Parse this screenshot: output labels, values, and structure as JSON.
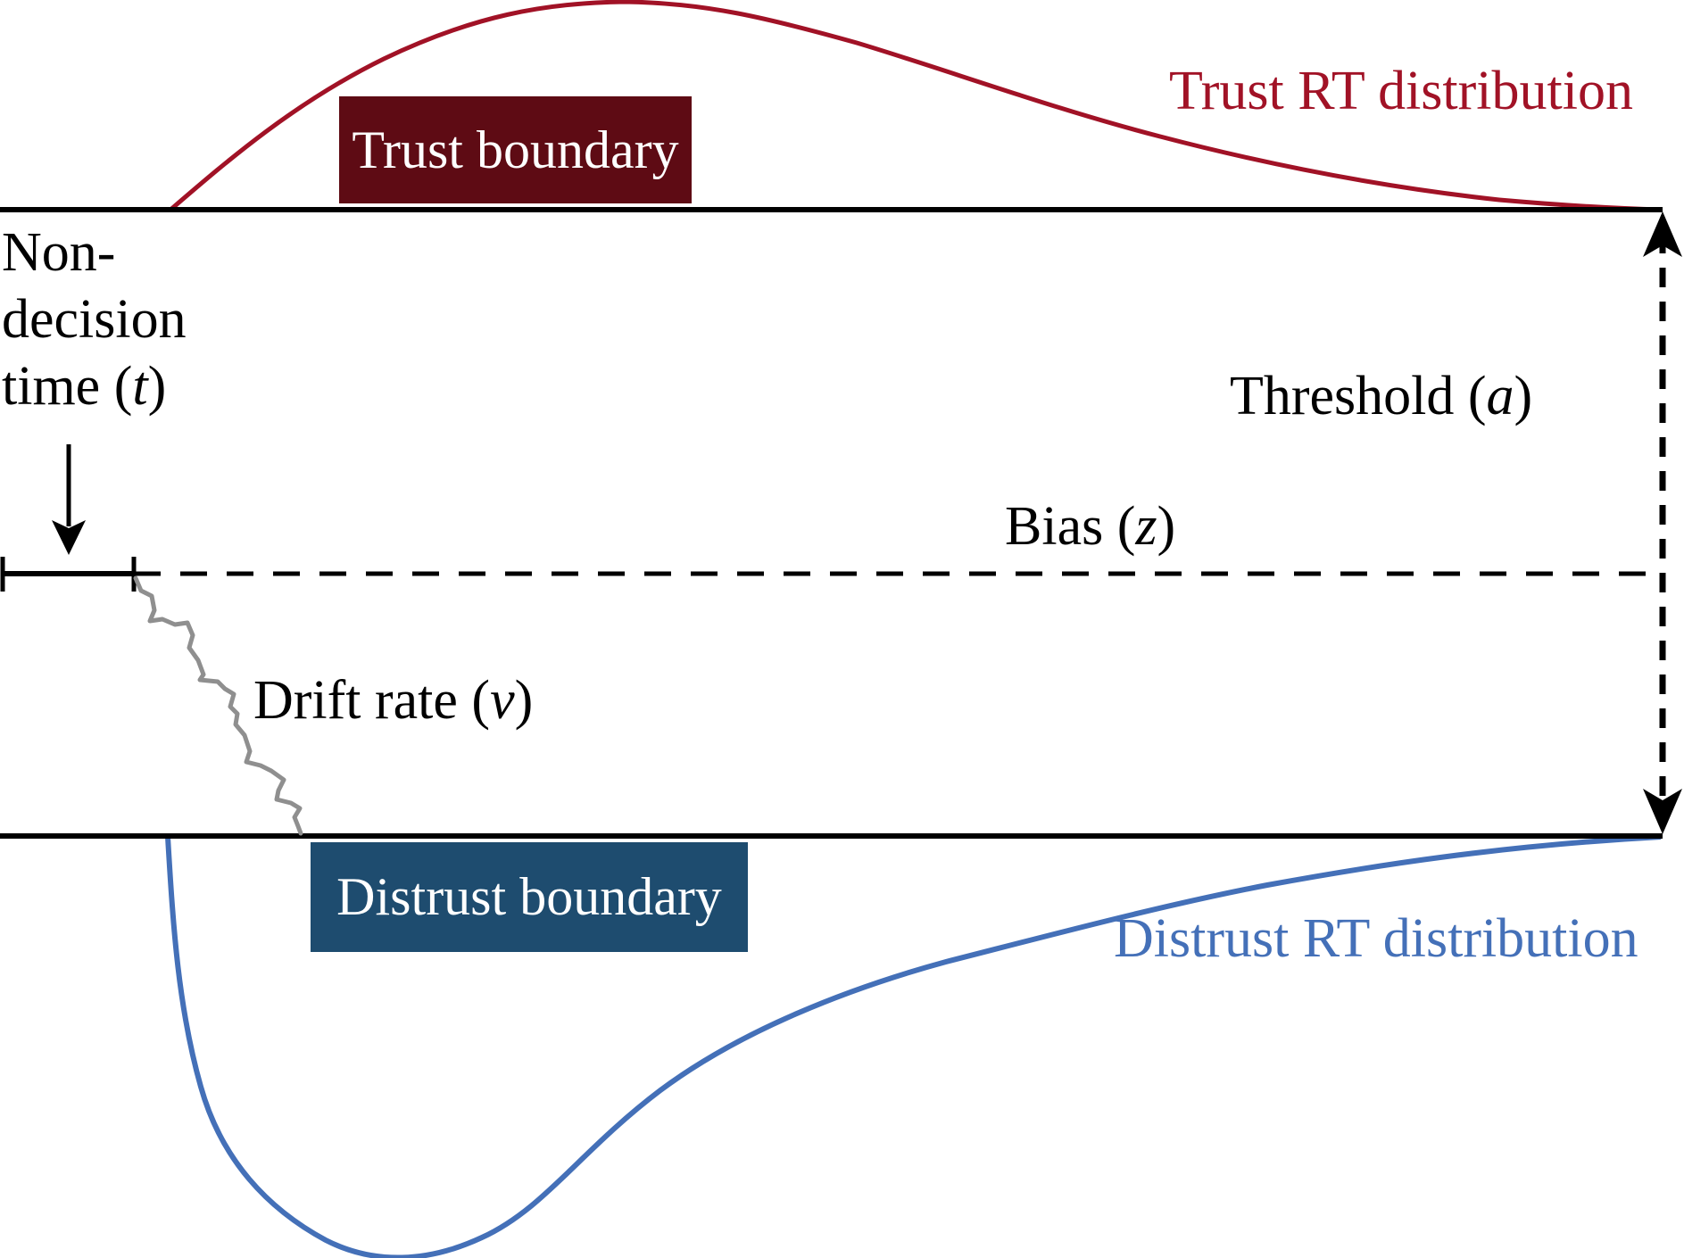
{
  "colors": {
    "background": "#FFFFFF",
    "ink": "#000000",
    "trust_box_bg": "#5E0B14",
    "trust_accent": "#A11226",
    "distrust_box_bg": "#1E4C6F",
    "distrust_accent": "#4470B8",
    "noise_line": "#8F8F8F",
    "box_text": "#FFFFFF"
  },
  "labels": {
    "non_decision": {
      "line1": "Non-",
      "line2": "decision",
      "line3_prefix": "time (",
      "line3_var": "t",
      "line3_suffix": ")"
    },
    "trust_boundary": "Trust boundary",
    "distrust_boundary": "Distrust boundary",
    "trust_rt_distribution": "Trust RT distribution",
    "distrust_rt_distribution": "Distrust RT distribution",
    "threshold": {
      "prefix": "Threshold (",
      "var": "a",
      "suffix": ")"
    },
    "bias": {
      "prefix": "Bias (",
      "var": "z",
      "suffix": ")"
    },
    "drift_rate": {
      "prefix": "Drift rate (",
      "var": "v",
      "suffix": ")"
    }
  }
}
